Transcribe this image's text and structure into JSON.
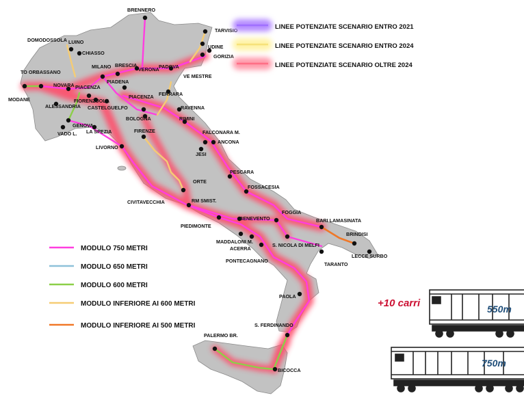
{
  "colors": {
    "land": "#c2c2c2",
    "land_stroke": "#8a8a8a",
    "glow": "#ff4d6a",
    "node": "#111111",
    "text": "#111111",
    "train_text": "#1f4e79",
    "plus_text": "#cc1133"
  },
  "scenario_legend": [
    {
      "label": "LINEE POTENZIATE SCENARIO ENTRO 2021",
      "color": "#a070ff",
      "glow": "#b58cff"
    },
    {
      "label": "LINEE POTENZIATE SCENARIO ENTRO 2024",
      "color": "#f6e27a",
      "glow": "#fff3a6"
    },
    {
      "label": "LINEE POTENZIATE SCENARIO OLTRE 2024",
      "color": "#ff6f86",
      "glow": "#ff9aaa"
    }
  ],
  "module_legend": [
    {
      "label": "MODULO 750 METRI",
      "color": "#ff3ee0"
    },
    {
      "label": "MODULO 650 METRI",
      "color": "#8ec1d9"
    },
    {
      "label": "MODULO 600 METRI",
      "color": "#8ccf48"
    },
    {
      "label": "MODULO INFERIORE AI 600 METRI",
      "color": "#f5cc74"
    },
    {
      "label": "MODULO INFERIORE AI 500 METRI",
      "color": "#f07828"
    }
  ],
  "cities": [
    "BRENNERO",
    "TARVISIO",
    "UDINE",
    "GORIZIA",
    "VE MESTRE",
    "DOMODOSSOLA",
    "LUINO",
    "CHIASSO",
    "TO ORBASSANO",
    "MILANO",
    "BRESCIA",
    "VERONA",
    "PADOVA",
    "NOVARA",
    "PIACENZA",
    "PIADENA",
    "FERRARA",
    "MODANE",
    "ALESSANDRIA",
    "FIORENZUOLA",
    "CASTELGUELFO",
    "PIACENZA",
    "RAVENNA",
    "GENOVA",
    "BOLOGNA",
    "RIMINI",
    "VADO L.",
    "LA SPEZIA",
    "FALCONARA M.",
    "ANCONA",
    "FIRENZE",
    "LIVORNO",
    "JESI",
    "PESCARA",
    "FOSSACESIA",
    "ORTE",
    "CIVITAVECCHIA",
    "RM SMIST.",
    "FOGGIA",
    "BARI LAMASINATA",
    "BENEVENTO",
    "PIEDIMONTE",
    "BRINDISI",
    "MADDALONI M.",
    "ACERRA",
    "S. NICOLA DI MELFI",
    "LECCE SURBO",
    "PONTECAGNANO",
    "TARANTO",
    "PAOLA",
    "S. FERDINANDO",
    "PALERMO BR.",
    "BICOCCA"
  ],
  "train": {
    "plus_label": "+10 carri",
    "short_length": "550m",
    "long_length": "750m"
  }
}
